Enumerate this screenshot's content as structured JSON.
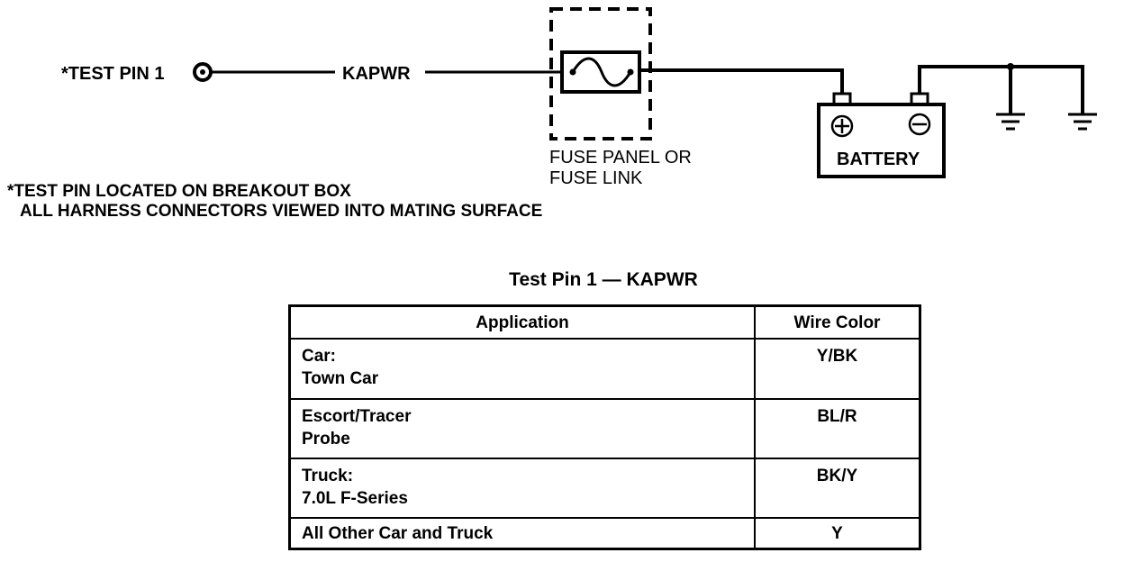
{
  "diagram": {
    "test_pin_label": "*TEST PIN 1",
    "wire_label": "KAPWR",
    "fuse_label_line1": "FUSE PANEL OR",
    "fuse_label_line2": "FUSE LINK",
    "battery_label": "BATTERY",
    "note_line1": "*TEST PIN LOCATED ON BREAKOUT BOX",
    "note_line2": "ALL HARNESS CONNECTORS VIEWED INTO MATING SURFACE"
  },
  "table": {
    "title": "Test Pin 1 — KAPWR",
    "headers": [
      "Application",
      "Wire Color"
    ],
    "rows": [
      {
        "app": [
          "Car:",
          "Town Car"
        ],
        "wire": "Y/BK"
      },
      {
        "app": [
          "Escort/Tracer",
          "Probe"
        ],
        "wire": "BL/R"
      },
      {
        "app": [
          "Truck:",
          "7.0L F-Series"
        ],
        "wire": "BK/Y"
      },
      {
        "app": [
          "All Other Car and Truck"
        ],
        "wire": "Y"
      }
    ]
  }
}
